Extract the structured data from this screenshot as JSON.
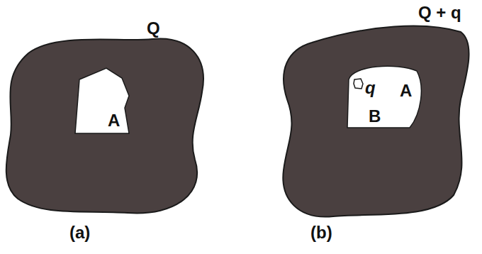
{
  "diagram": {
    "labels": [
      "Q",
      "Q + q",
      "q",
      "A",
      "A",
      "B",
      "(a)",
      "(b)"
    ]
  }
}
